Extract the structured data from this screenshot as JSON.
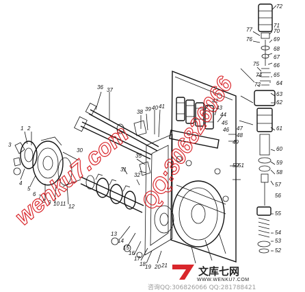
{
  "diagram": {
    "part_numbers": [
      {
        "id": "p1",
        "text": "1"
      },
      {
        "id": "p2",
        "text": "2"
      },
      {
        "id": "p3",
        "text": "3"
      },
      {
        "id": "p4",
        "text": "4"
      },
      {
        "id": "p5",
        "text": "5"
      },
      {
        "id": "p6",
        "text": "6"
      },
      {
        "id": "p7",
        "text": "7"
      },
      {
        "id": "p8",
        "text": "8"
      },
      {
        "id": "p9",
        "text": "9"
      },
      {
        "id": "p10",
        "text": "10"
      },
      {
        "id": "p11",
        "text": "11"
      },
      {
        "id": "p12",
        "text": "12"
      },
      {
        "id": "p13",
        "text": "13"
      },
      {
        "id": "p14",
        "text": "14"
      },
      {
        "id": "p15",
        "text": "15"
      },
      {
        "id": "p16",
        "text": "16"
      },
      {
        "id": "p17",
        "text": "17"
      },
      {
        "id": "p18",
        "text": "18"
      },
      {
        "id": "p19",
        "text": "19"
      },
      {
        "id": "p20",
        "text": "20"
      },
      {
        "id": "p21",
        "text": "21"
      },
      {
        "id": "p30",
        "text": "30"
      },
      {
        "id": "p31",
        "text": "31"
      },
      {
        "id": "p32",
        "text": "32"
      },
      {
        "id": "p35",
        "text": "35"
      },
      {
        "id": "p36",
        "text": "36"
      },
      {
        "id": "p37",
        "text": "37"
      },
      {
        "id": "p38",
        "text": "38"
      },
      {
        "id": "p39",
        "text": "39"
      },
      {
        "id": "p40",
        "text": "40"
      },
      {
        "id": "p41",
        "text": "41"
      },
      {
        "id": "p42",
        "text": "42"
      },
      {
        "id": "p43",
        "text": "43"
      },
      {
        "id": "p44",
        "text": "44"
      },
      {
        "id": "p45",
        "text": "45"
      },
      {
        "id": "p46",
        "text": "46"
      },
      {
        "id": "p47",
        "text": "47"
      },
      {
        "id": "p48",
        "text": "48"
      },
      {
        "id": "p49",
        "text": "49"
      },
      {
        "id": "p50",
        "text": "50"
      },
      {
        "id": "p51",
        "text": "51"
      },
      {
        "id": "p52",
        "text": "52"
      },
      {
        "id": "p53",
        "text": "53"
      },
      {
        "id": "p54",
        "text": "54"
      },
      {
        "id": "p55",
        "text": "55"
      },
      {
        "id": "p56",
        "text": "56"
      },
      {
        "id": "p57",
        "text": "57"
      },
      {
        "id": "p58",
        "text": "58"
      },
      {
        "id": "p59",
        "text": "59"
      },
      {
        "id": "p60",
        "text": "60"
      },
      {
        "id": "p61",
        "text": "61"
      },
      {
        "id": "p62",
        "text": "62"
      },
      {
        "id": "p63",
        "text": "63"
      },
      {
        "id": "p64",
        "text": "64"
      },
      {
        "id": "p65",
        "text": "65"
      },
      {
        "id": "p66",
        "text": "66"
      },
      {
        "id": "p67",
        "text": "67"
      },
      {
        "id": "p68",
        "text": "68"
      },
      {
        "id": "p69",
        "text": "69"
      },
      {
        "id": "p70",
        "text": "70"
      },
      {
        "id": "p71",
        "text": "71"
      },
      {
        "id": "p72",
        "text": "72"
      },
      {
        "id": "p73",
        "text": "73"
      },
      {
        "id": "p74",
        "text": "74"
      },
      {
        "id": "p75",
        "text": "75"
      },
      {
        "id": "p76",
        "text": "76"
      },
      {
        "id": "p77",
        "text": "77"
      }
    ]
  },
  "watermarks": {
    "left": "wenku7.com",
    "right": "QQ:306826066"
  },
  "brand": {
    "logo_digit": "7",
    "name_cn": "文库七网",
    "url": "WWW.WENKU7.COM",
    "contact": "咨询QQ:306826066 QQ:281788421",
    "colors": {
      "logo_red": "#d9262b",
      "watermark_red": "#d9262b",
      "text_grey": "#9a9a9a"
    }
  }
}
